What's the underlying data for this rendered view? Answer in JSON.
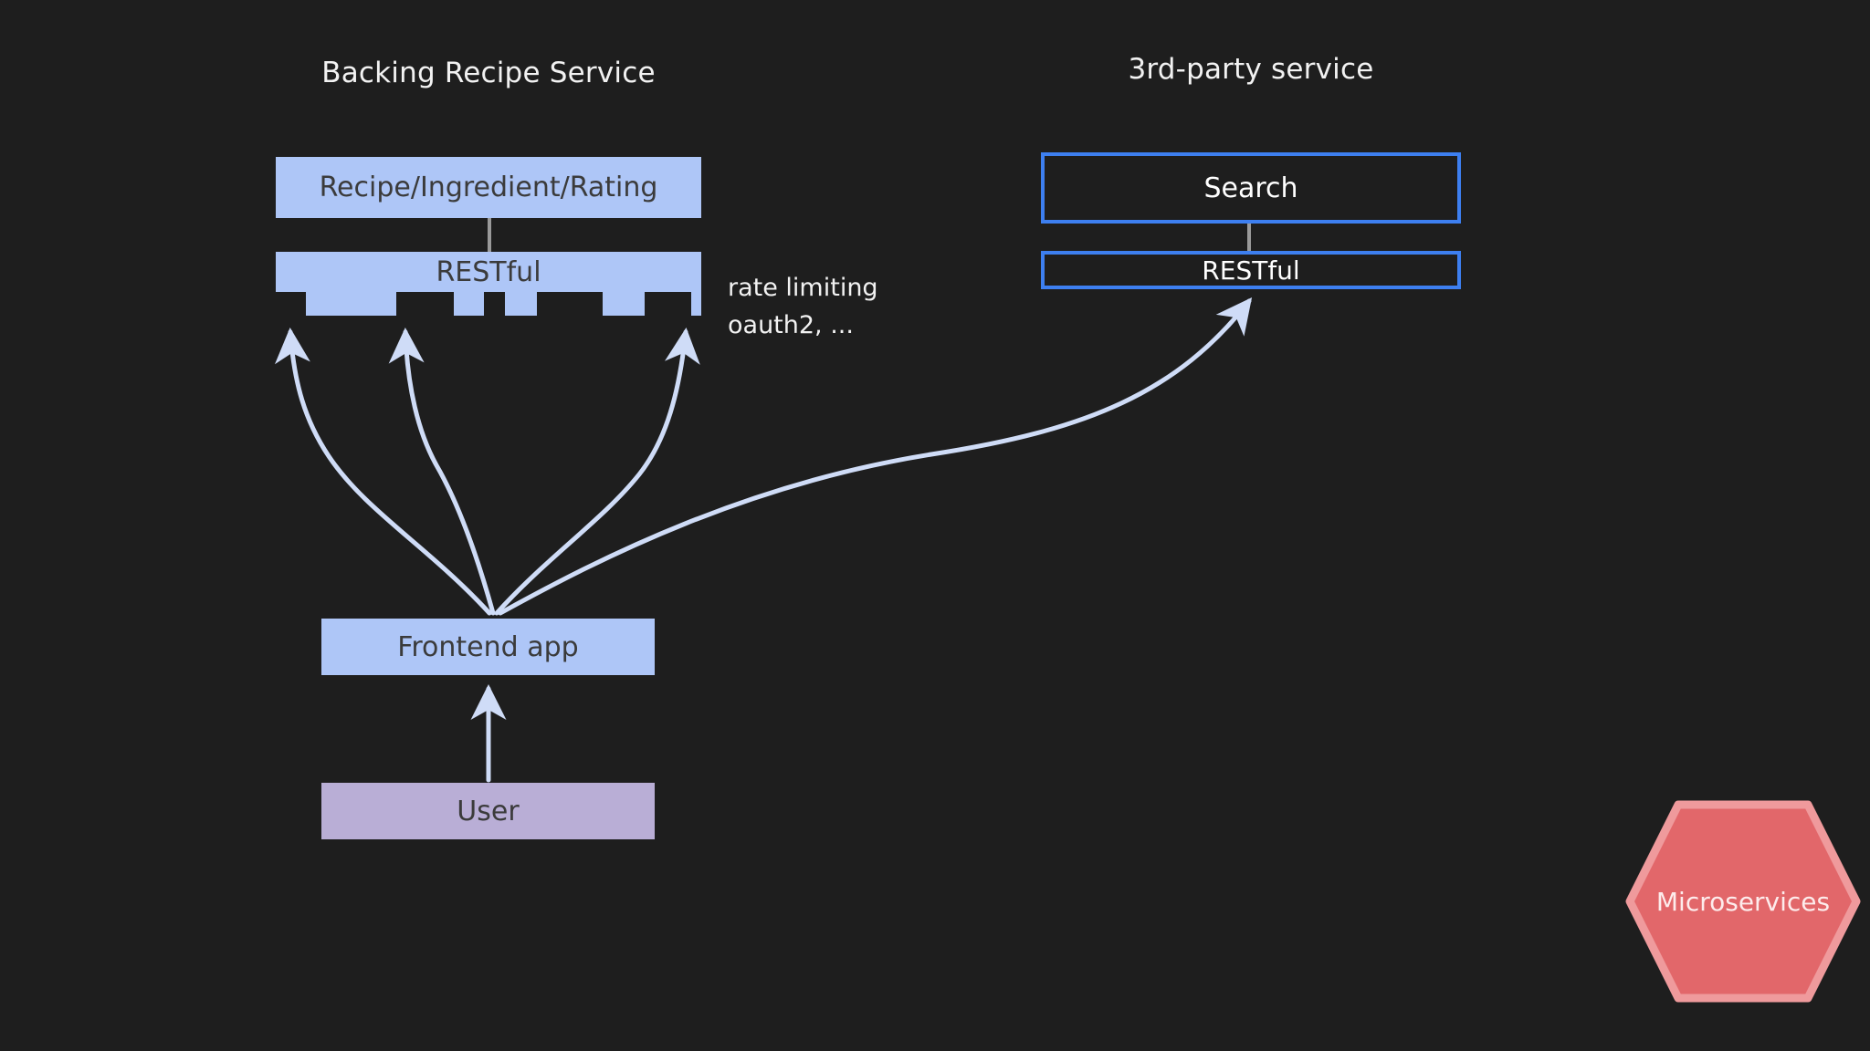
{
  "diagram": {
    "background_color": "#1e1e1e",
    "title": "Microservices architecture: frontend app calling backing recipe service and 3rd-party search service"
  },
  "groups": [
    {
      "id": "backing",
      "title": "Backing Recipe Service"
    },
    {
      "id": "thirdparty",
      "title": "3rd-party service"
    }
  ],
  "nodes": {
    "recipe": {
      "label": "Recipe/Ingredient/Rating",
      "fill": "#aec6f7",
      "text_color": "#3b3b3b",
      "shape": "rectangle"
    },
    "restful_left": {
      "label": "RESTful",
      "fill": "#aec6f7",
      "text_color": "#3b3b3b",
      "shape": "comb"
    },
    "search": {
      "label": "Search",
      "fill": "transparent",
      "stroke": "#3d7ff0",
      "text_color": "#ffffff",
      "shape": "rectangle-outline"
    },
    "restful_right": {
      "label": "RESTful",
      "fill": "transparent",
      "stroke": "#3d7ff0",
      "text_color": "#ffffff",
      "shape": "rectangle-outline"
    },
    "frontend": {
      "label": "Frontend app",
      "fill": "#aec6f7",
      "text_color": "#3b3b3b",
      "shape": "rectangle"
    },
    "user": {
      "label": "User",
      "fill": "#b9aed6",
      "text_color": "#3b3b3b",
      "shape": "rectangle"
    },
    "legend": {
      "label": "Microservices",
      "fill": "#e2676a",
      "stroke": "#ef9a9c",
      "text_color": "#fdecec",
      "shape": "hexagon"
    }
  },
  "annotations": {
    "policies": "rate limiting\noauth2, ..."
  },
  "edges": [
    {
      "id": "user-to-frontend",
      "from": "user",
      "to": "frontend",
      "style": "straight-arrow",
      "color": "#cfdcf7"
    },
    {
      "id": "frontend-to-restful-tooth-1",
      "from": "frontend",
      "to": "restful_left",
      "style": "curved-arrow",
      "color": "#cfdcf7"
    },
    {
      "id": "frontend-to-restful-tooth-2",
      "from": "frontend",
      "to": "restful_left",
      "style": "curved-arrow",
      "color": "#cfdcf7"
    },
    {
      "id": "frontend-to-restful-tooth-3",
      "from": "frontend",
      "to": "restful_left",
      "style": "curved-arrow",
      "color": "#cfdcf7"
    },
    {
      "id": "frontend-to-thirdparty-restful",
      "from": "frontend",
      "to": "restful_right",
      "style": "curved-arrow",
      "color": "#cfdcf7"
    },
    {
      "id": "recipe-to-restful",
      "from": "recipe",
      "to": "restful_left",
      "style": "connector",
      "color": "#9a9a9a"
    },
    {
      "id": "search-to-restful",
      "from": "search",
      "to": "restful_right",
      "style": "connector",
      "color": "#9a9a9a"
    }
  ]
}
